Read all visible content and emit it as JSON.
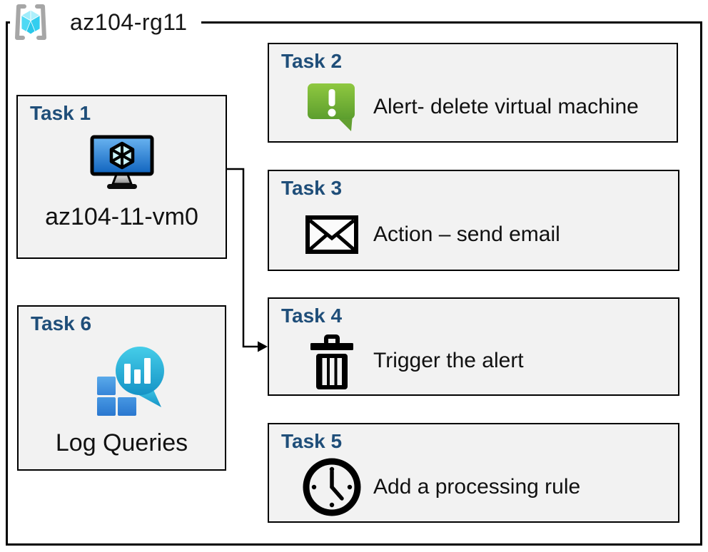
{
  "header": {
    "title": "az104-rg11",
    "icon": "resource-group-icon"
  },
  "tasks": [
    {
      "label": "Task 1",
      "text": "az104-11-vm0",
      "icon": "virtual-machine-icon"
    },
    {
      "label": "Task 2",
      "text": "Alert- delete virtual machine",
      "icon": "alert-message-icon"
    },
    {
      "label": "Task 3",
      "text": "Action – send email",
      "icon": "email-envelope-icon"
    },
    {
      "label": "Task 4",
      "text": "Trigger the alert",
      "icon": "trash-icon"
    },
    {
      "label": "Task 5",
      "text": "Add a processing rule",
      "icon": "clock-icon"
    },
    {
      "label": "Task 6",
      "text": "Log Queries",
      "icon": "log-analytics-icon"
    }
  ],
  "connector": {
    "from": "Task 1 virtual machine",
    "to": "Task 4"
  },
  "colors": {
    "task_label": "#1F4E79",
    "box_fill": "#F2F2F2",
    "box_border": "#000000",
    "alert_green": "#76B82A",
    "vm_screen_blue": "#1B6FC8",
    "log_teal": "#2BB3DC",
    "log_blue": "#3C8CD9",
    "rg_cube_cyan": "#50D7F2",
    "rg_bracket_gray": "#A6A6A6"
  }
}
